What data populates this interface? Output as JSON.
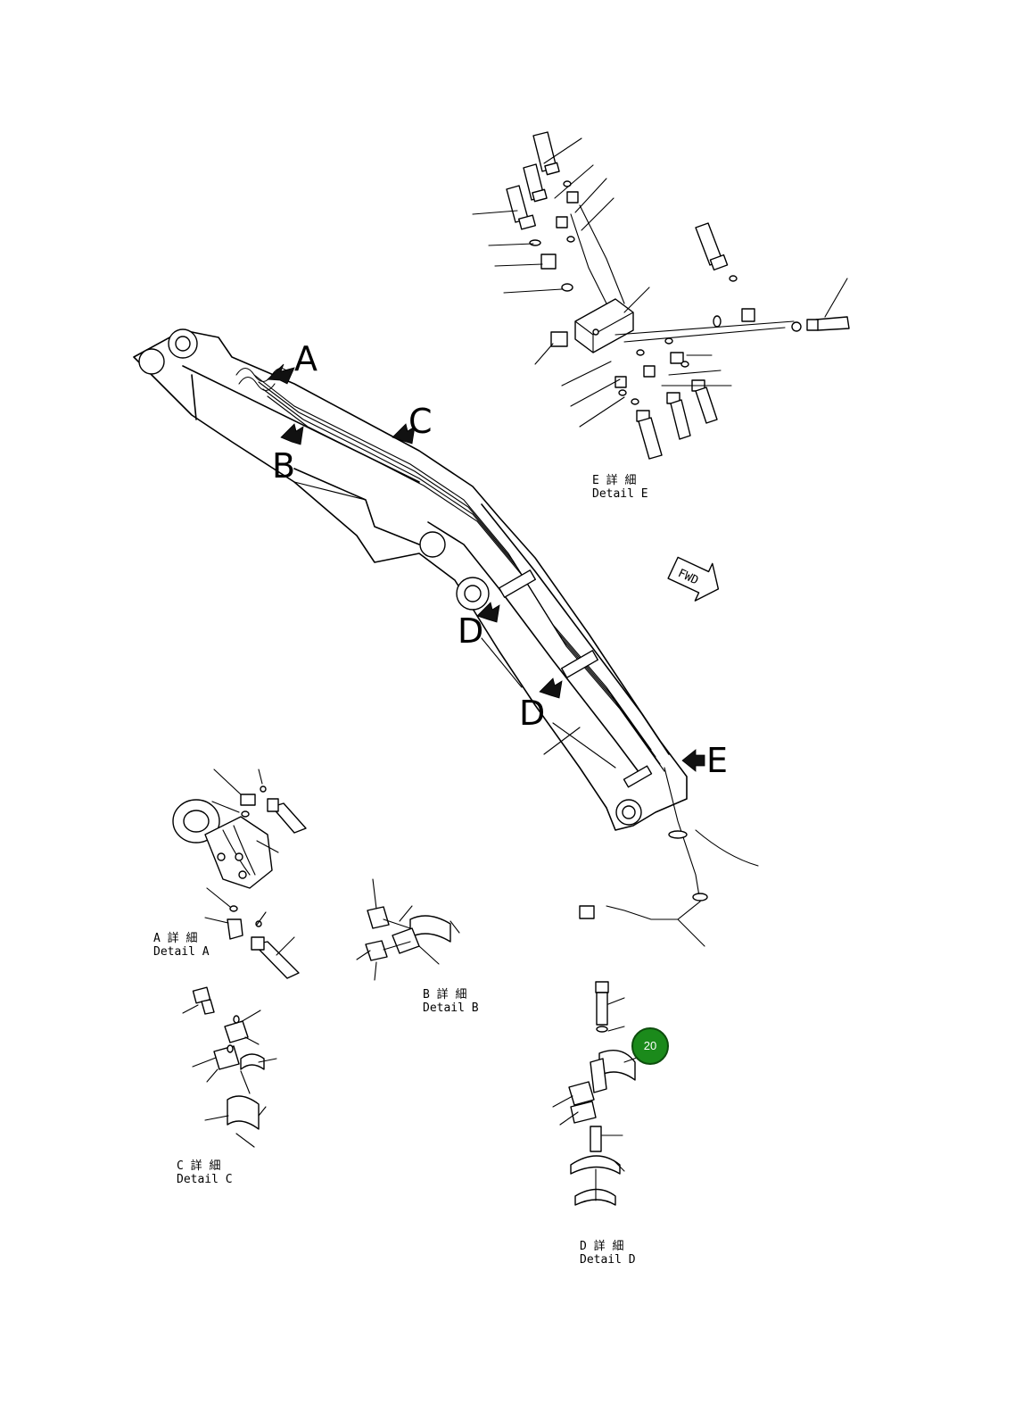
{
  "diagram": {
    "view_labels": [
      "A",
      "B",
      "C",
      "D",
      "D",
      "E"
    ],
    "direction_label": "FWD",
    "details": {
      "A": {
        "jp": "A 詳 細",
        "en": "Detail A"
      },
      "B": {
        "jp": "B 詳 細",
        "en": "Detail B"
      },
      "C": {
        "jp": "C 詳 細",
        "en": "Detail C"
      },
      "D": {
        "jp": "D 詳 細",
        "en": "Detail D"
      },
      "E": {
        "jp": "E 詳 細",
        "en": "Detail E"
      }
    },
    "callout": {
      "label": "20",
      "color": "#1b8a1b"
    }
  }
}
